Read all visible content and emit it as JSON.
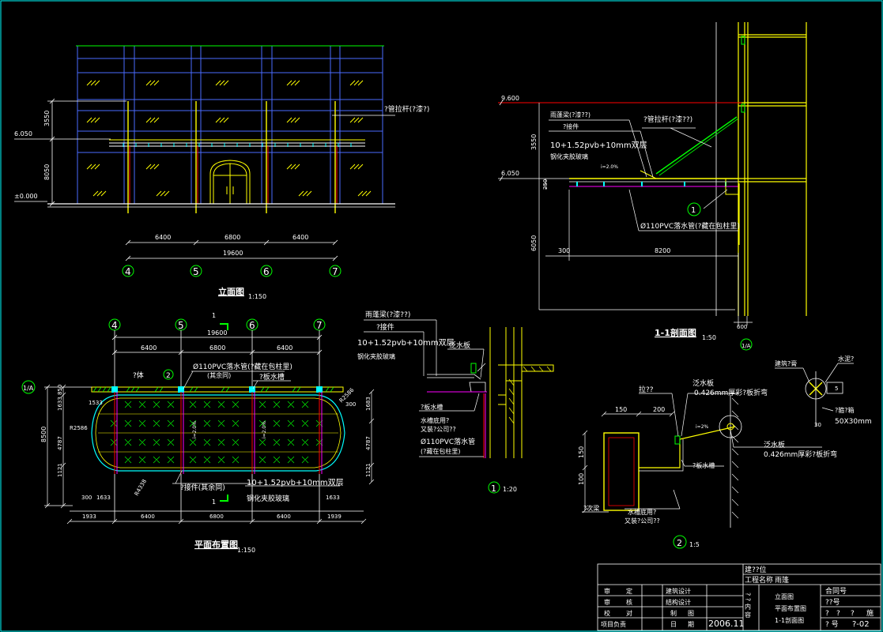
{
  "colors": {
    "bg": "#000000",
    "white": "#ffffff",
    "yellow": "#ffff00",
    "green": "#00ff00",
    "cyan": "#00ffff",
    "red": "#ff0000",
    "magenta": "#ff00ff",
    "blue": "#4a6bff"
  },
  "elevation": {
    "title": "立面图",
    "scale": "1:150",
    "axes": [
      "4",
      "5",
      "6",
      "7"
    ],
    "spans": [
      "6400",
      "6800",
      "6400"
    ],
    "total": "19600",
    "heights": [
      "3550",
      "8050"
    ],
    "levels": [
      "6.050",
      "±0.000"
    ],
    "label_rod": "?管拉杆(?漆?)"
  },
  "plan": {
    "title": "平面布置图",
    "scale": "1:150",
    "axes": [
      "4",
      "5",
      "6",
      "7"
    ],
    "spans": [
      "6400",
      "6800",
      "6400"
    ],
    "total": "19600",
    "bottom_dims": [
      "1933",
      "6400",
      "6800",
      "6400",
      "1939"
    ],
    "left_dims": [
      "850",
      "1633",
      "4787",
      "8500",
      "1121"
    ],
    "right_dims": [
      "1683",
      "4787",
      "1121"
    ],
    "row_dims": [
      "1533",
      "300",
      "300",
      "1633",
      "1633"
    ],
    "radii": [
      "R2586",
      "R4338",
      "R2586"
    ],
    "pipe_label": "Ø110PVC落水管(?藏在包柱里)",
    "pipe_sub": "(其余同)",
    "body_label": "?体",
    "gutter_label": "?板水槽",
    "fitting_label": "?接件(其余同)",
    "glass_l1": "10+1.52pvb+10mm双层",
    "glass_l2": "钢化夹胶玻璃",
    "section_mark": "1",
    "slope": "i=2.0%",
    "axis_side": "1/A",
    "detail_no": "2"
  },
  "section": {
    "title": "1-1剖面图",
    "scale": "1:50",
    "level_top": "9.600",
    "level_mid": "6.050",
    "beam_label": "雨蓬梁(?漆??)",
    "part_label": "?接件",
    "glass_l1": "10+1.52pvb+10mm双层",
    "glass_l2": "钢化夹胶玻璃",
    "rod_label": "?管拉杆(?漆??)",
    "slope": "i=2.0%",
    "detail_no": "1",
    "pipe_label": "Ø110PVC落水管(?藏在包柱里)",
    "dims": [
      "3550",
      "250",
      "6050",
      "300",
      "8200",
      "600"
    ],
    "axis": "1/A"
  },
  "detail1": {
    "scale": "1:20",
    "no": "1",
    "beam": "雨蓬梁(?漆??)",
    "part": "?接件",
    "glass_l1": "10+1.52pvb+10mm双层",
    "glass_l2": "钢化夹胶玻璃",
    "flash": "泛水板",
    "gutter": "?板水槽",
    "gutter_note1": "水槽底用?",
    "gutter_note2": "又装?公司??",
    "pipe_l1": "Ø110PVC落水管",
    "pipe_l2": "(?藏在包柱里)"
  },
  "detail2": {
    "scale": "1:5",
    "no": "2",
    "pull": "拉??",
    "flash1_a": "泛水板",
    "flash1_b": "0.426mm厚彩?板折弯",
    "flash2_a": "泛水板",
    "flash2_b": "0.426mm厚彩?板折弯",
    "slope": "i=2%",
    "gutter": "?板水槽",
    "beam": "?次梁",
    "note_a": "水槽底用?",
    "note_b": "又装?公司??",
    "d150": "150",
    "d200": "200",
    "v150": "150",
    "v100": "100",
    "tl": "建筑?膏",
    "tr": "水泥?",
    "bolt": "?箍?箱",
    "size": "50X30mm",
    "d5": "5",
    "d30": "30"
  },
  "titleblock": {
    "unit": "建??位",
    "project_label": "工程名称",
    "project": "雨篷",
    "r1": [
      "审",
      "定",
      "建筑设计"
    ],
    "r2": [
      "审",
      "核",
      "结构设计"
    ],
    "r3": [
      "校",
      "对",
      "制",
      "图"
    ],
    "r4": [
      "项目负责",
      "日",
      "期"
    ],
    "date": "2006.11",
    "content_label": "?  ?  内  容",
    "content": [
      "立面图",
      "平面布置图",
      "1-1剖面图"
    ],
    "contract": "合同号",
    "no": "??号",
    "qs": [
      "?",
      "?",
      "?",
      "施"
    ],
    "sheet": "?  号",
    "sheet_no": "?-02"
  }
}
